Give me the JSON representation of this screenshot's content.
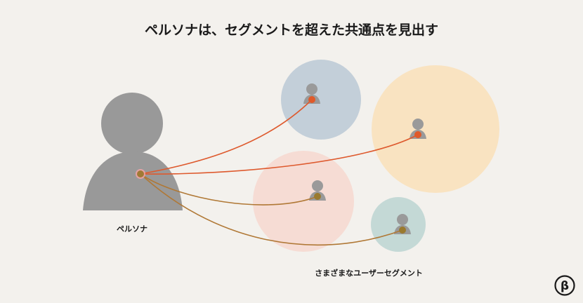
{
  "title": "ペルソナは、セグメントを超えた共通点を見出す",
  "persona_label": "ペルソナ",
  "segments_label": "さまざまなユーザーセグメント",
  "logo_letter": "β",
  "colors": {
    "background": "#f3f1ed",
    "persona_gray": "#999999",
    "user_gray": "#9a9a9a",
    "dot_orange": "#e05a2a",
    "dot_olive": "#9a7a2e",
    "line_orange": "#de5a2e",
    "line_brown": "#b07835",
    "segment_blue": "#c3cfd9",
    "segment_yellow": "#f9e3c1",
    "segment_pink": "#f6dcd4",
    "segment_teal": "#c4d9d6"
  },
  "segments": [
    {
      "id": "blue",
      "color": "#c3cfd9",
      "dot": "#e05a2a",
      "line": "#de5a2e"
    },
    {
      "id": "yellow",
      "color": "#f9e3c1",
      "dot": "#e05a2a",
      "line": "#de5a2e"
    },
    {
      "id": "pink",
      "color": "#f6dcd4",
      "dot": "#9a7a2e",
      "line": "#b07835"
    },
    {
      "id": "teal",
      "color": "#c4d9d6",
      "dot": "#9a7a2e",
      "line": "#b07835"
    }
  ]
}
